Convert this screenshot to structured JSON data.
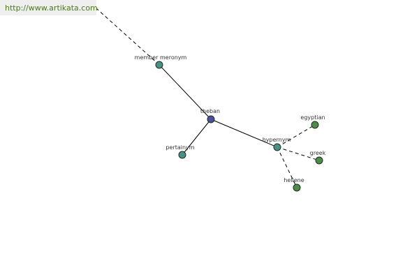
{
  "watermark": {
    "url": "http://www.artikata.com"
  },
  "graph": {
    "colors": {
      "center": "#4b4f9c",
      "relation": "#4b9088",
      "leaf": "#4e8a4a"
    },
    "nodes": [
      {
        "id": "theban",
        "label": "theban",
        "kind": "center"
      },
      {
        "id": "member_meronym",
        "label": "member meronym",
        "kind": "relation"
      },
      {
        "id": "pertainym",
        "label": "pertainym",
        "kind": "relation"
      },
      {
        "id": "hypernym",
        "label": "hypernym",
        "kind": "relation"
      },
      {
        "id": "egyptian",
        "label": "egyptian",
        "kind": "leaf"
      },
      {
        "id": "greek",
        "label": "greek",
        "kind": "leaf"
      },
      {
        "id": "hellene",
        "label": "hellene",
        "kind": "leaf"
      }
    ],
    "edges": [
      {
        "from": "theban",
        "to": "member_meronym",
        "style": "solid"
      },
      {
        "from": "theban",
        "to": "pertainym",
        "style": "solid"
      },
      {
        "from": "theban",
        "to": "hypernym",
        "style": "solid"
      },
      {
        "from": "hypernym",
        "to": "egyptian",
        "style": "dashed"
      },
      {
        "from": "hypernym",
        "to": "greek",
        "style": "dashed"
      },
      {
        "from": "hypernym",
        "to": "hellene",
        "style": "dashed"
      },
      {
        "from": "member_meronym",
        "to": "offscreen",
        "style": "dashed"
      }
    ]
  }
}
